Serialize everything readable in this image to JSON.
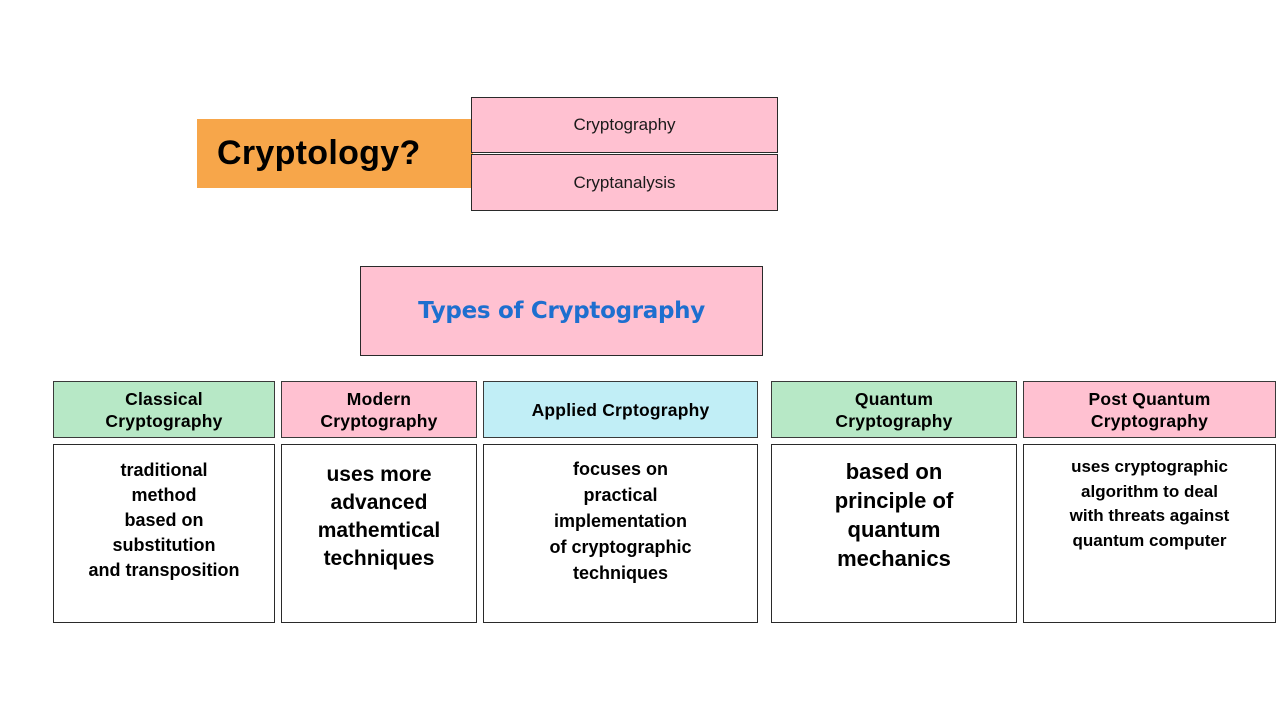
{
  "diagram": {
    "title": "Cryptology?",
    "branches": [
      {
        "label": "Cryptography"
      },
      {
        "label": "Cryptanalysis"
      }
    ],
    "types_heading": "Types of Cryptography",
    "categories": [
      {
        "header_lines": [
          "Classical",
          "Cryptography"
        ],
        "description_lines": [
          "traditional",
          "method",
          "based on",
          "substitution",
          "and transposition"
        ]
      },
      {
        "header_lines": [
          "Modern",
          "Cryptography"
        ],
        "description_lines": [
          "uses more",
          "advanced",
          "mathemtical",
          "techniques"
        ]
      },
      {
        "header_lines": [
          "Applied Crptography"
        ],
        "description_lines": [
          "focuses on",
          "practical",
          "implementation",
          "of cryptographic",
          "techniques"
        ]
      },
      {
        "header_lines": [
          "Quantum",
          "Cryptography"
        ],
        "description_lines": [
          "based on",
          "principle of",
          "quantum",
          "mechanics"
        ]
      },
      {
        "header_lines": [
          "Post Quantum",
          "Cryptography"
        ],
        "description_lines": [
          "uses cryptographic",
          "algorithm to deal",
          "with threats against",
          "quantum computer"
        ]
      }
    ]
  },
  "colors": {
    "title_bg": "#f7a64a",
    "pink": "#ffc1d1",
    "green": "#b7e8c6",
    "cyan": "#c1eef6",
    "heading_text": "#1e6fcf"
  }
}
